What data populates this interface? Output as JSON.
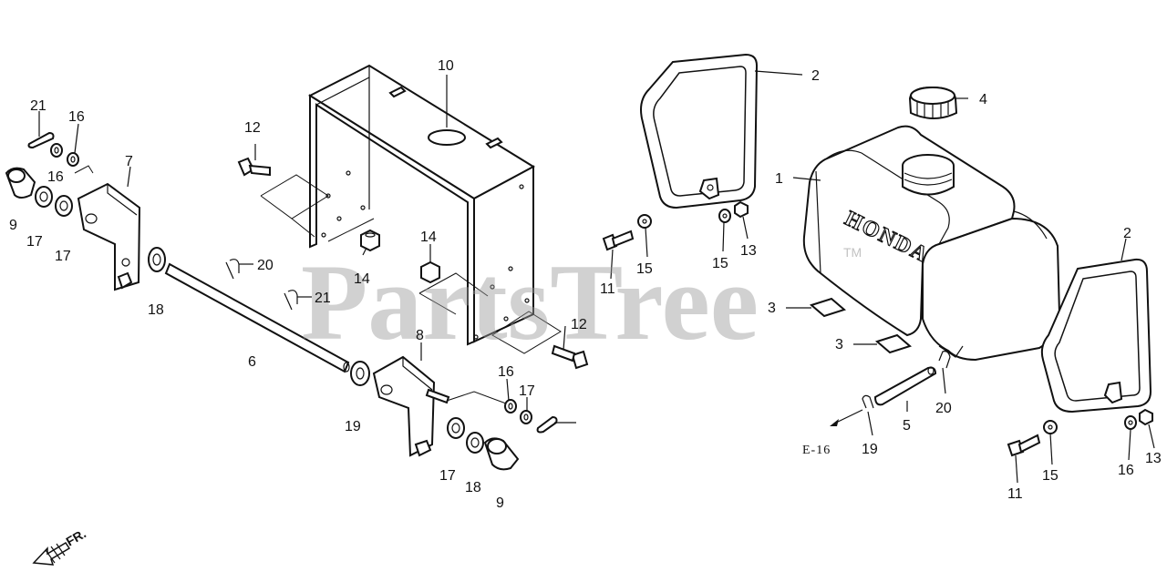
{
  "watermark": "PartsTree",
  "trademark": "TM",
  "tank_brand": "HONDA",
  "direction_label": "FR.",
  "reference_label": "E-16",
  "callouts": [
    {
      "id": "c1",
      "text": "1"
    },
    {
      "id": "c2a",
      "text": "2"
    },
    {
      "id": "c2b",
      "text": "2"
    },
    {
      "id": "c3a",
      "text": "3"
    },
    {
      "id": "c3b",
      "text": "3"
    },
    {
      "id": "c4",
      "text": "4"
    },
    {
      "id": "c5",
      "text": "5"
    },
    {
      "id": "c6",
      "text": "6"
    },
    {
      "id": "c7",
      "text": "7"
    },
    {
      "id": "c8",
      "text": "8"
    },
    {
      "id": "c9a",
      "text": "9"
    },
    {
      "id": "c9b",
      "text": "9"
    },
    {
      "id": "c10",
      "text": "10"
    },
    {
      "id": "c11a",
      "text": "11"
    },
    {
      "id": "c11b",
      "text": "11"
    },
    {
      "id": "c12a",
      "text": "12"
    },
    {
      "id": "c12b",
      "text": "12"
    },
    {
      "id": "c13a",
      "text": "13"
    },
    {
      "id": "c13b",
      "text": "13"
    },
    {
      "id": "c14a",
      "text": "14"
    },
    {
      "id": "c14b",
      "text": "14"
    },
    {
      "id": "c15a",
      "text": "15"
    },
    {
      "id": "c15b",
      "text": "15"
    },
    {
      "id": "c15c",
      "text": "15"
    },
    {
      "id": "c16a",
      "text": "16"
    },
    {
      "id": "c16b",
      "text": "16"
    },
    {
      "id": "c16c",
      "text": "16"
    },
    {
      "id": "c16d",
      "text": "16"
    },
    {
      "id": "c17a",
      "text": "17"
    },
    {
      "id": "c17b",
      "text": "17"
    },
    {
      "id": "c17c",
      "text": "17"
    },
    {
      "id": "c17d",
      "text": "17"
    },
    {
      "id": "c18a",
      "text": "18"
    },
    {
      "id": "c18b",
      "text": "18"
    },
    {
      "id": "c19a",
      "text": "19"
    },
    {
      "id": "c19b",
      "text": "19"
    },
    {
      "id": "c20a",
      "text": "20"
    },
    {
      "id": "c20b",
      "text": "20"
    },
    {
      "id": "c21a",
      "text": "21"
    },
    {
      "id": "c21b",
      "text": "21"
    }
  ]
}
